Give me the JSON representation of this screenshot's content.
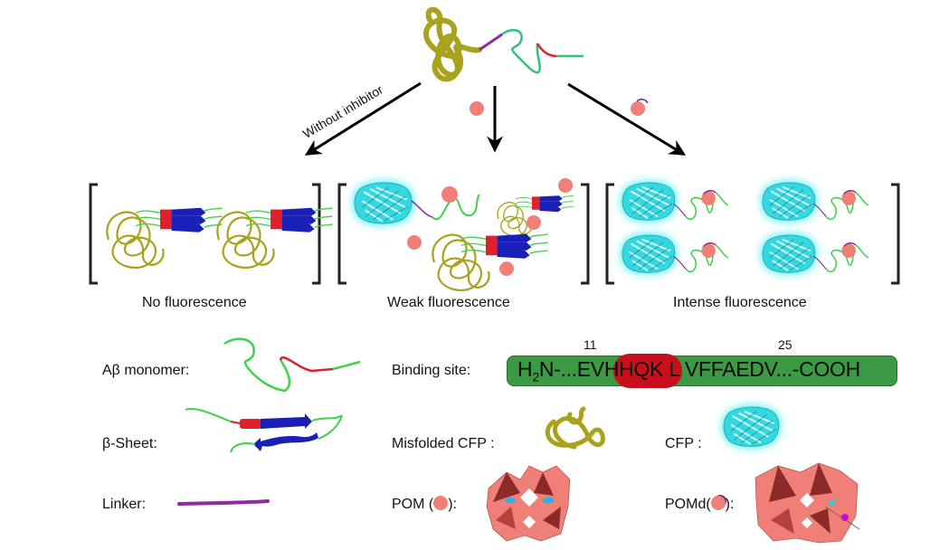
{
  "title": "CFP-Abeta fusion fluorescence assay schematic",
  "arrows": {
    "left_label": "Without inhibitor"
  },
  "panels": [
    {
      "id": "no",
      "caption": "No fluorescence"
    },
    {
      "id": "weak",
      "caption": "Weak fluorescence"
    },
    {
      "id": "intense",
      "caption": "Intense fluorescence"
    }
  ],
  "legend": {
    "abeta_monomer": "Aβ monomer:",
    "beta_sheet": "β-Sheet:",
    "linker": "Linker:",
    "binding_site": "Binding site:",
    "misfolded_cfp": "Misfolded CFP :",
    "cfp": "CFP :",
    "pom_prefix": "POM (",
    "pom_suffix": "):",
    "pomd_prefix": "POMd(",
    "pomd_suffix": "):"
  },
  "sequence": {
    "pos_11": "11",
    "pos_25": "25",
    "h2n_h": "H",
    "h2n_sub": "2",
    "h2n_rest": "N-...EV",
    "highlight": "HHQK",
    "rest": " L VFFAEDV...-COOH"
  },
  "colors": {
    "misfolded": "#a9a21c",
    "abeta": "#3fd24a",
    "binding": "#e0212b",
    "sheet": "#1a1fb8",
    "linker": "#8e2c9e",
    "cfp": "#35d8e0",
    "pom": "#f08077",
    "pom_dark": "#8c2a2a",
    "seq_green": "#3c9a44",
    "seq_red": "#c8101d"
  }
}
